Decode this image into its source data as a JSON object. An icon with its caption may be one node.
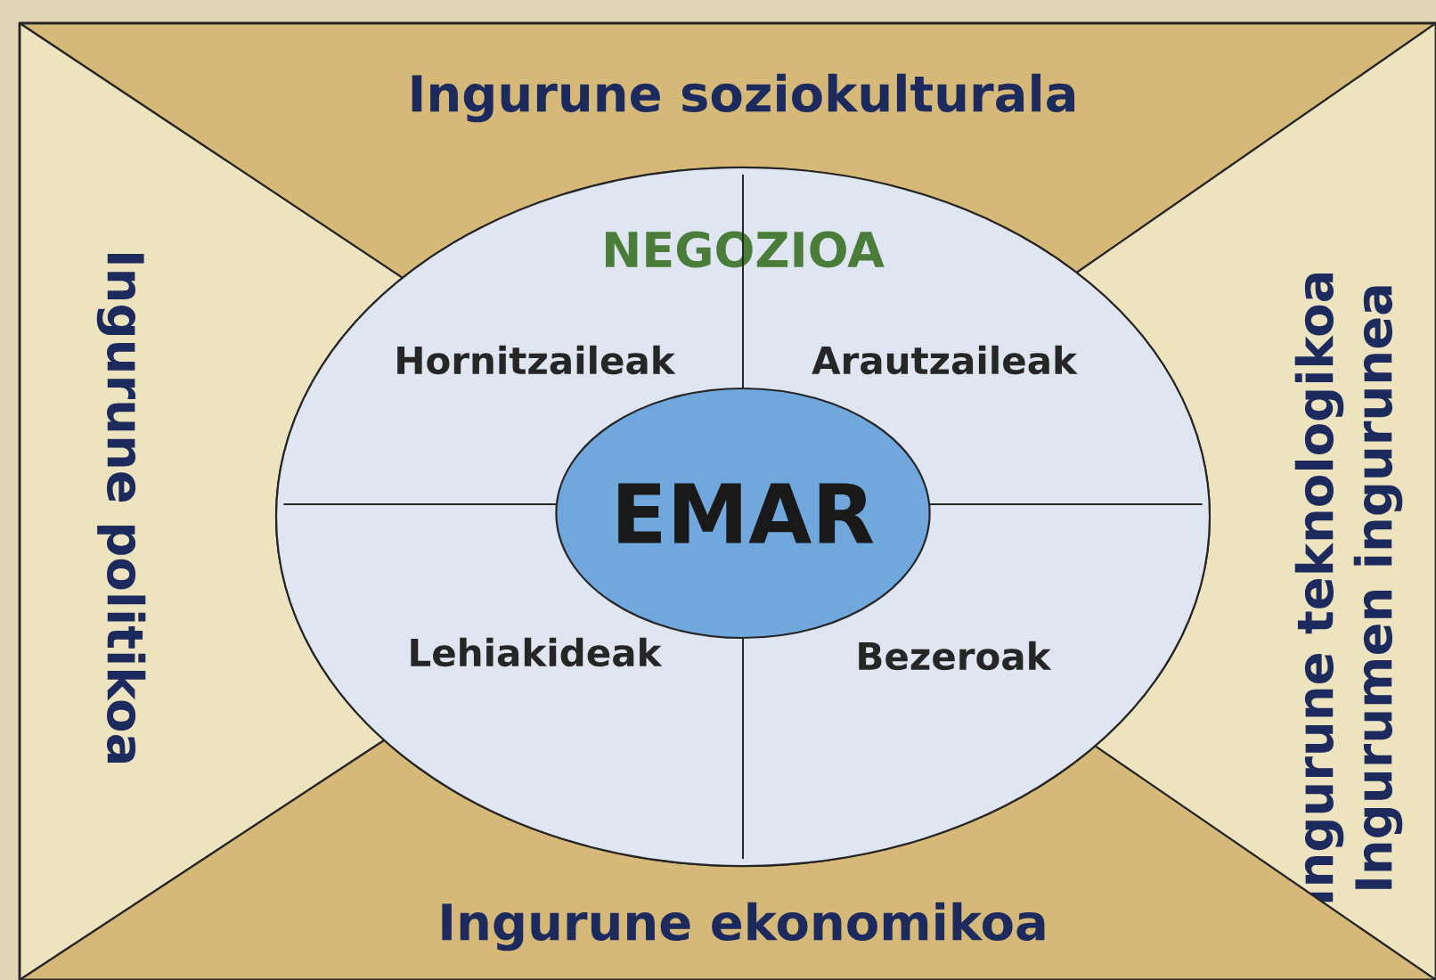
{
  "diagram": {
    "nodes": [
      {
        "text": [
          "Ingurune soziokulturala"
        ]
      },
      {
        "text": [
          "Ingurune politikoa"
        ]
      },
      {
        "text": [
          "Ingurune teknologikoa",
          "Ingurumen ingurunea"
        ]
      },
      {
        "text": [
          "NEGOZIOA"
        ]
      },
      {
        "text": [
          "Hornitzaileak"
        ],
        "in": 3
      },
      {
        "text": [
          "Arautzaileak"
        ],
        "in": 3
      },
      {
        "text": [
          "EMAR"
        ],
        "in": 3
      },
      {
        "text": [
          "Lehiakideak"
        ],
        "in": 3
      },
      {
        "text": [
          "Bezeroak"
        ],
        "in": 3
      },
      {
        "text": [
          "Ingurune ekonomikoa"
        ]
      }
    ]
  }
}
